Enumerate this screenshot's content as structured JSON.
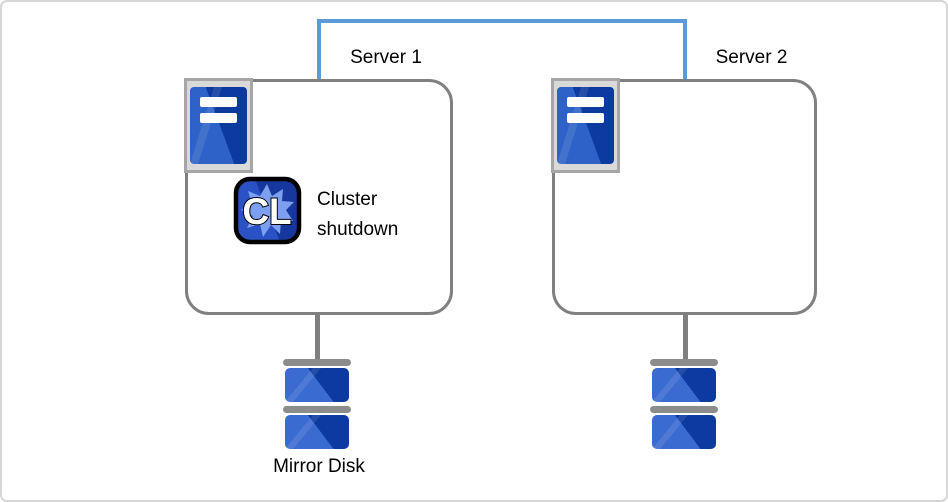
{
  "diagram": {
    "server1": {
      "label": "Server 1",
      "badge_text": "CL",
      "status_text": "Cluster shutdown"
    },
    "server2": {
      "label": "Server 2"
    },
    "mirror_disk_label": "Mirror Disk"
  },
  "colors": {
    "interconnect_blue": "#5b9bd5",
    "box_gray": "#808080",
    "disk_bar_gray": "#8c8c8c",
    "frame_fill": "#d9d9d9",
    "frame_border": "#a6a6a6",
    "tower_light": "#2e62c8",
    "tower_dark": "#0c3a9e",
    "disk_light": "#3a6bd1",
    "disk_dark": "#0c3a9e",
    "cl_light": "#2a52c4",
    "cl_dark": "#16389e",
    "cl_blob": "#7d9ff0",
    "text_black": "#000000"
  }
}
